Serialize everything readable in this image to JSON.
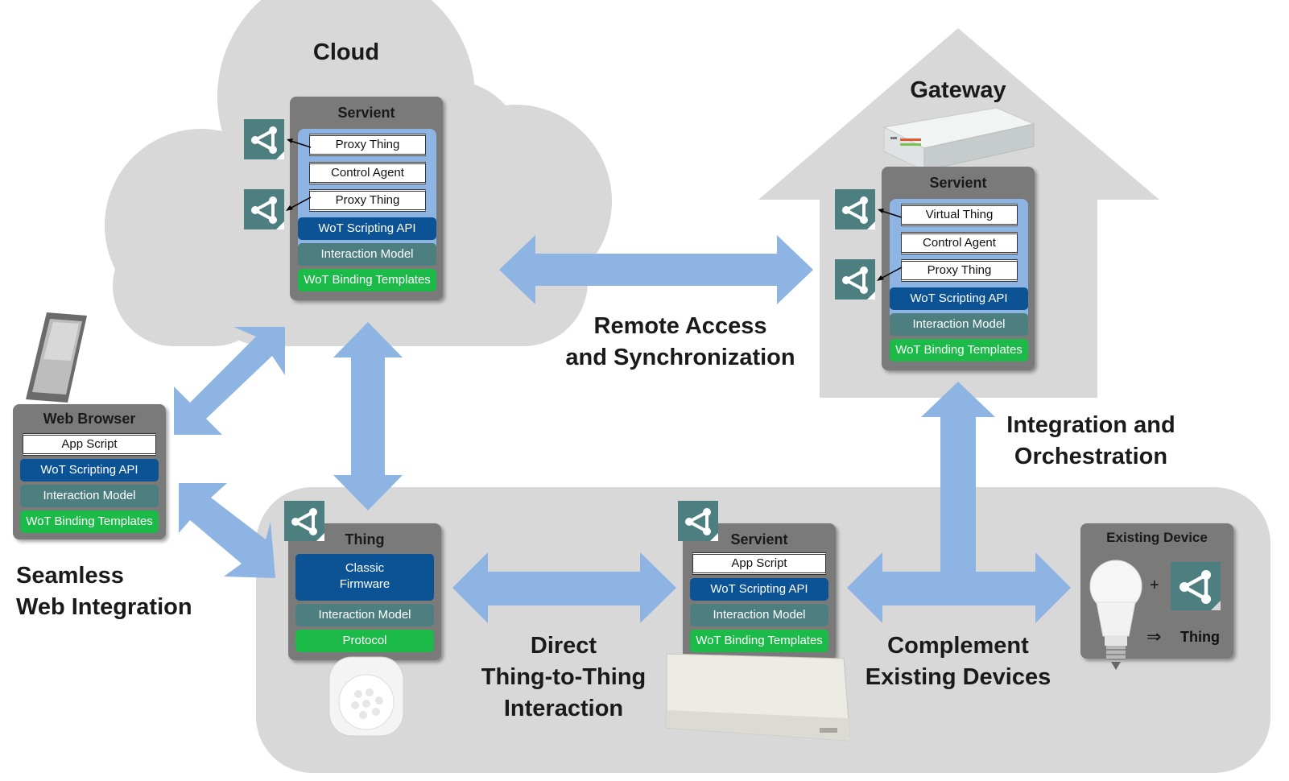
{
  "regions": {
    "cloud_title": "Cloud",
    "gateway_title": "Gateway"
  },
  "cloud_servient": {
    "title": "Servient",
    "proxy_thing_1": "Proxy Thing",
    "control_agent": "Control Agent",
    "proxy_thing_2": "Proxy Thing",
    "scripting_api": "WoT Scripting API",
    "interaction_model": "Interaction Model",
    "binding_templates": "WoT Binding Templates"
  },
  "gateway_servient": {
    "title": "Servient",
    "virtual_thing": "Virtual Thing",
    "control_agent": "Control Agent",
    "proxy_thing": "Proxy Thing",
    "scripting_api": "WoT Scripting API",
    "interaction_model": "Interaction Model",
    "binding_templates": "WoT Binding Templates"
  },
  "web_browser": {
    "title": "Web Browser",
    "app_script": "App Script",
    "scripting_api": "WoT Scripting API",
    "interaction_model": "Interaction Model",
    "binding_templates": "WoT Binding Templates"
  },
  "thing": {
    "title": "Thing",
    "firmware_line1": "Classic",
    "firmware_line2": "Firmware",
    "interaction_model": "Interaction Model",
    "protocol": "Protocol"
  },
  "device_servient": {
    "title": "Servient",
    "app_script": "App Script",
    "scripting_api": "WoT Scripting API",
    "interaction_model": "Interaction Model",
    "binding_templates": "WoT Binding Templates"
  },
  "existing_device": {
    "title": "Existing Device",
    "plus": "+",
    "implies": "⇒",
    "thing": "Thing"
  },
  "captions": {
    "remote_line1": "Remote Access",
    "remote_line2": "and Synchronization",
    "integration_line1": "Integration and",
    "integration_line2": "Orchestration",
    "seamless_line1": "Seamless",
    "seamless_line2": "Web Integration",
    "direct_line1": "Direct",
    "direct_line2": "Thing-to-Thing",
    "direct_line3": "Interaction",
    "complement_line1": "Complement",
    "complement_line2": "Existing Devices"
  },
  "colors": {
    "region_fill": "#d8d8d8",
    "arrow": "#8db4e2",
    "box": "#7a7a7a",
    "scripting_api": "#0b5394",
    "interaction_model": "#4e7f80",
    "binding_templates": "#1cba49",
    "td_icon": "#4e7f80"
  },
  "icons": [
    "thing-description-icon",
    "laptop-icon",
    "gateway-router-icon",
    "motion-sensor-icon",
    "air-conditioner-icon",
    "light-bulb-icon"
  ]
}
